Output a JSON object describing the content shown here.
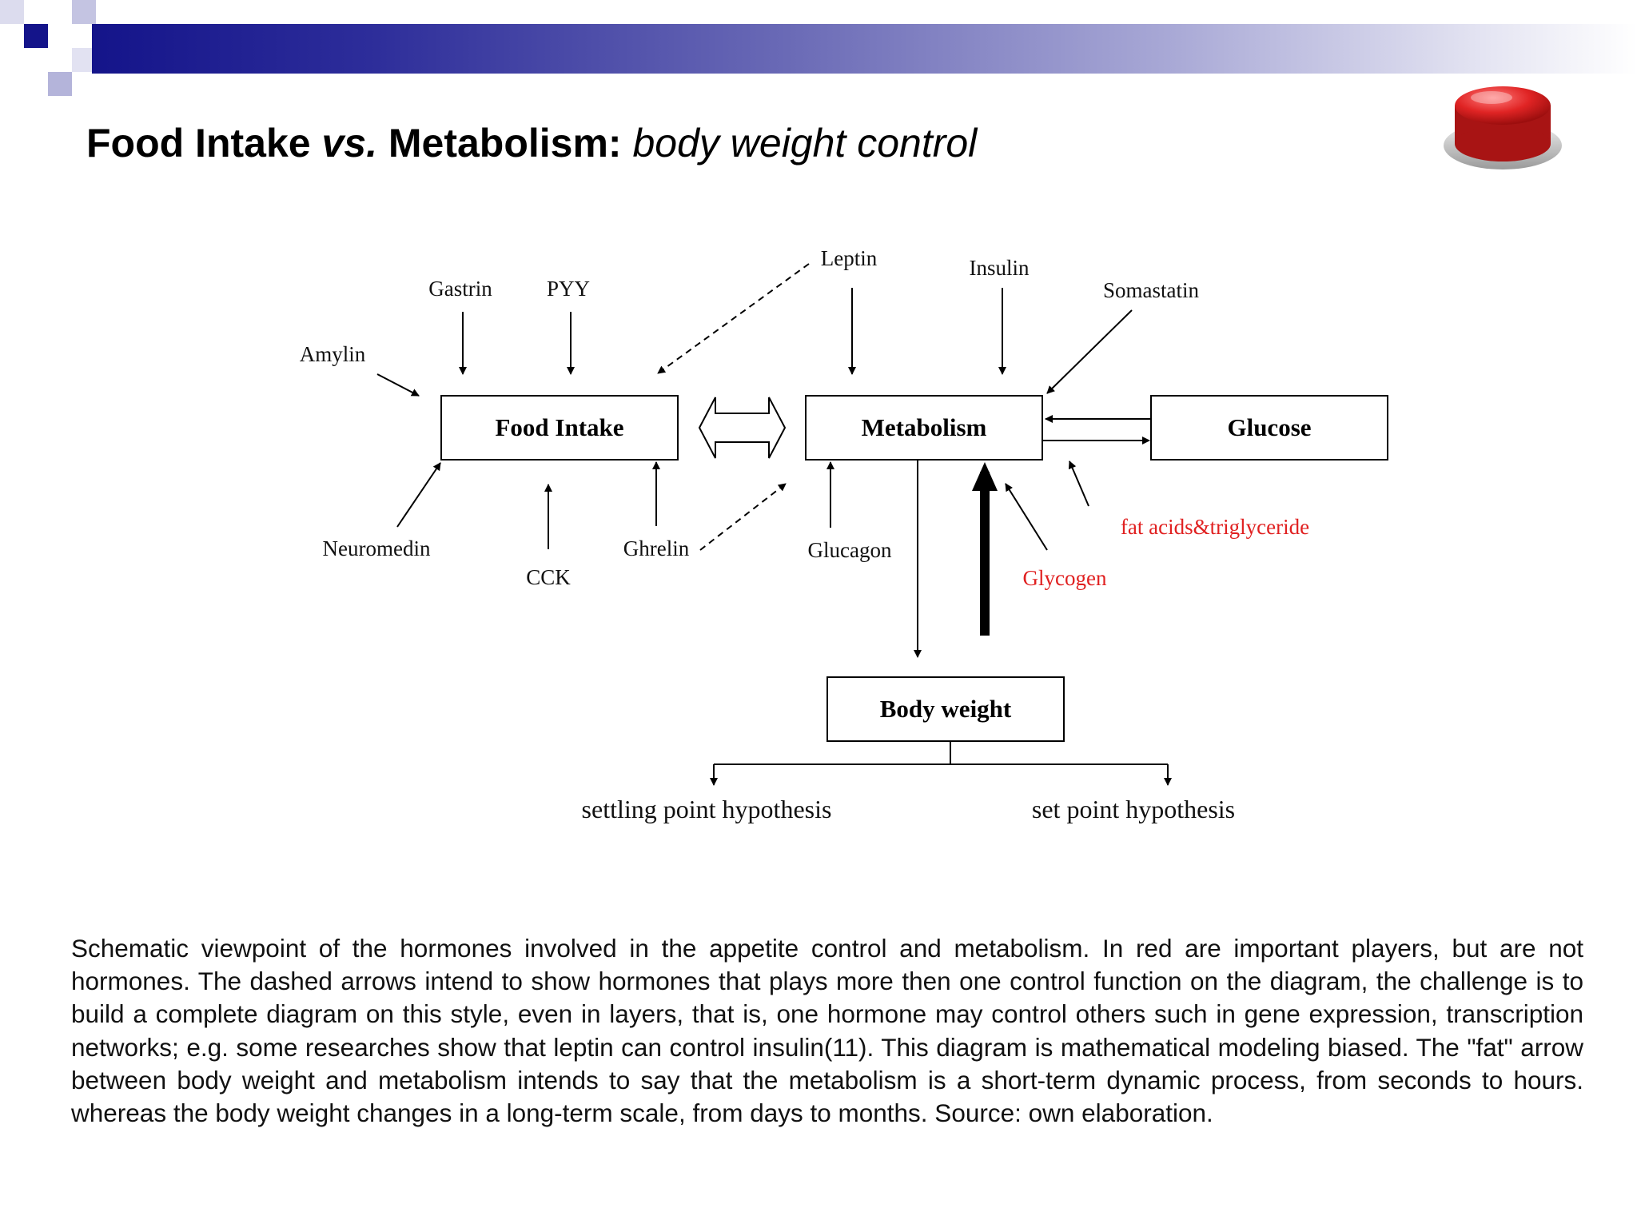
{
  "title": {
    "part1": "Food Intake ",
    "part2": "vs.",
    "part3": " Metabolism:",
    "part4": " body weight control"
  },
  "colors": {
    "accent_navy": "#14148a",
    "hormone_text": "#111111",
    "non_hormone_red": "#e02020",
    "button_red": "#d81e1e"
  },
  "diagram": {
    "boxes": {
      "food_intake": "Food Intake",
      "metabolism": "Metabolism",
      "glucose": "Glucose",
      "body_weight": "Body weight"
    },
    "hormones": {
      "gastrin": "Gastrin",
      "pyy": "PYY",
      "amylin": "Amylin",
      "leptin": "Leptin",
      "insulin": "Insulin",
      "somastatin": "Somastatin",
      "neuromedin": "Neuromedin",
      "cck": "CCK",
      "ghrelin": "Ghrelin",
      "glucagon": "Glucagon"
    },
    "non_hormones": {
      "fat_acids": "fat acids&triglyceride",
      "glycogen": "Glycogen"
    },
    "hypotheses": {
      "settling": "settling point hypothesis",
      "set": "set point hypothesis"
    }
  },
  "caption": "Schematic viewpoint of the hormones involved in the appetite control and metabolism. In red are important players, but are not hormones. The dashed arrows intend to show hormones that plays more then one control function on the diagram, the challenge is to build a complete diagram on this style, even in layers, that is, one hormone may control others such in gene expression, transcription networks; e.g. some researches show that leptin can control insulin(11). This diagram is mathematical modeling biased. The \"fat\" arrow between body weight and metabolism intends to say that the metabolism is a short-term dynamic process, from seconds to hours. whereas the body weight changes in a long-term scale, from days to months. Source: own elaboration."
}
